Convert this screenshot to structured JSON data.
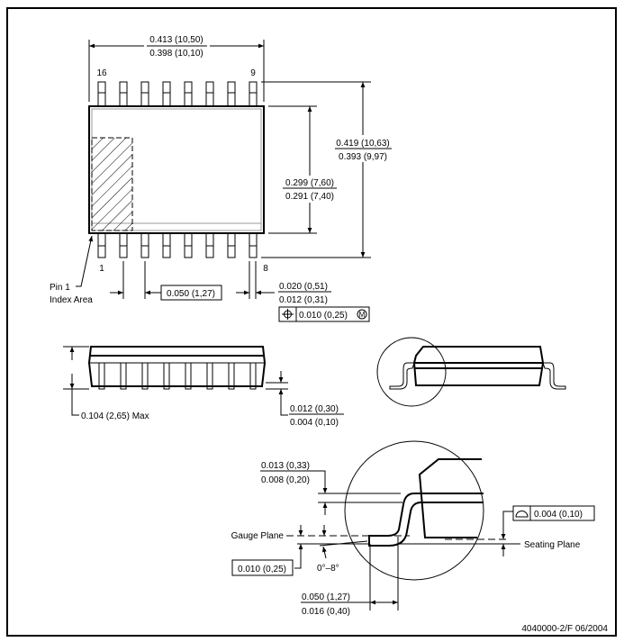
{
  "top_view": {
    "width_max": "0.413 (10,50)",
    "width_min": "0.398 (10,10)",
    "pin_16": "16",
    "pin_9": "9",
    "pin_1": "1",
    "pin_8": "8",
    "body_max": "0.299 (7,60)",
    "body_min": "0.291 (7,40)",
    "span_max": "0.419 (10,63)",
    "span_min": "0.393 (9,97)",
    "pin1_label_line1": "Pin 1",
    "pin1_label_line2": "Index Area",
    "pitch": "0.050 (1,27)",
    "lead_width_max": "0.020 (0,51)",
    "lead_width_min": "0.012 (0,31)",
    "position_tolerance": "0.010 (0,25)",
    "mmc_symbol": "M"
  },
  "side_view": {
    "height_max": "0.104 (2,65) Max",
    "standoff_max": "0.012 (0,30)",
    "standoff_min": "0.004 (0,10)"
  },
  "detail_view": {
    "lead_thick_max": "0.013 (0,33)",
    "lead_thick_min": "0.008 (0,20)",
    "gauge_plane": "Gauge Plane",
    "gauge_value": "0.010 (0,25)",
    "angle": "0°–8°",
    "seating_plane": "Seating Plane",
    "coplanarity": "0.004 (0,10)",
    "foot_max": "0.050 (1,27)",
    "foot_min": "0.016 (0,40)"
  },
  "footer": {
    "drawing_id": "4040000-2/F 06/2004"
  }
}
